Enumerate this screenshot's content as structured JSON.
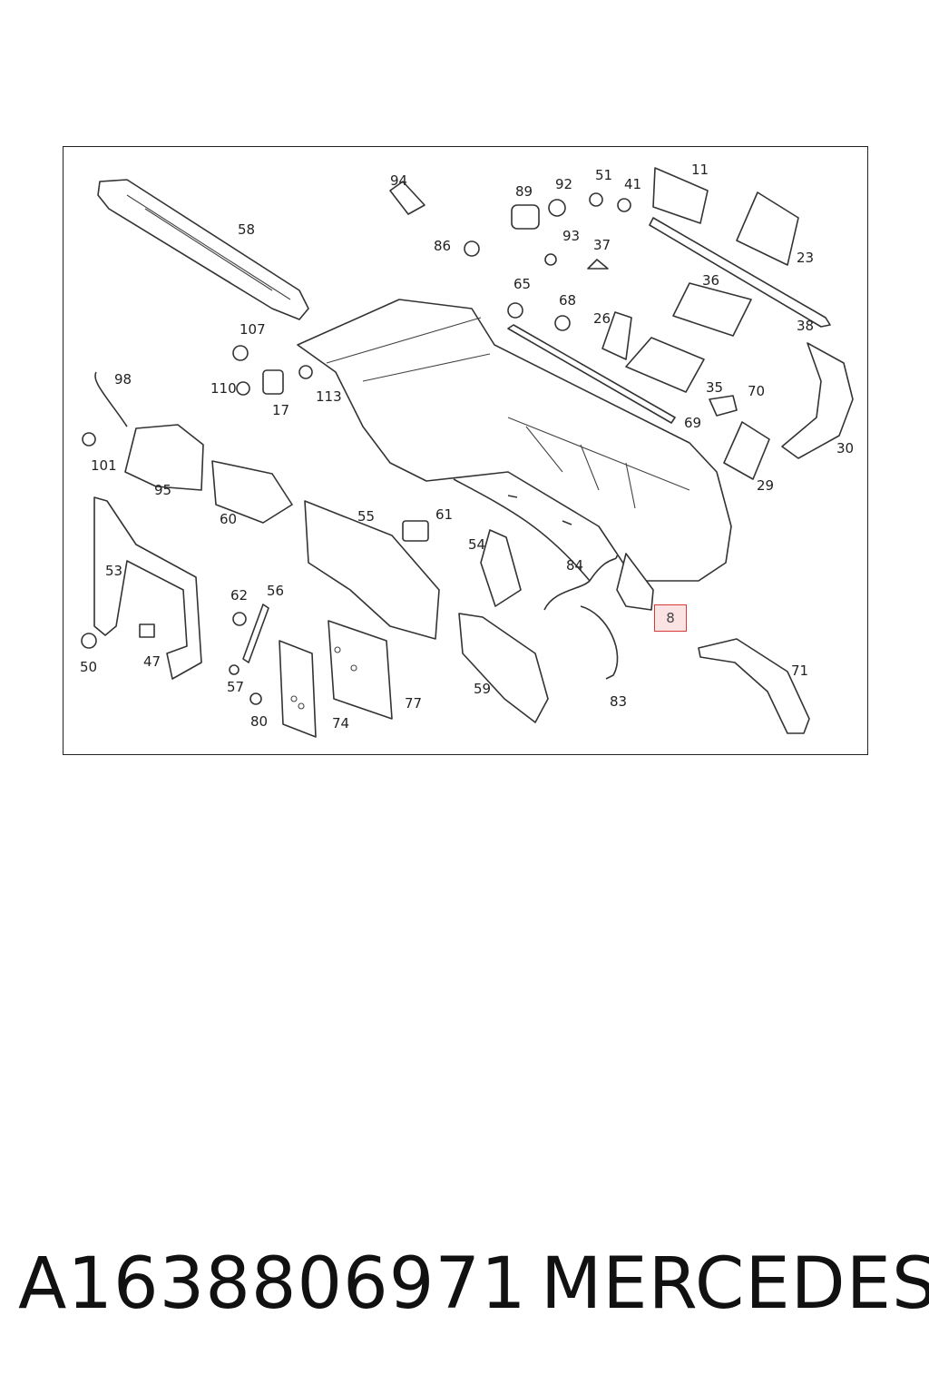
{
  "diagram": {
    "callouts": [
      "94",
      "89",
      "92",
      "51",
      "41",
      "11",
      "86",
      "93",
      "37",
      "23",
      "58",
      "65",
      "68",
      "36",
      "26",
      "38",
      "107",
      "98",
      "110",
      "17",
      "113",
      "35",
      "70",
      "69",
      "30",
      "101",
      "95",
      "29",
      "60",
      "55",
      "61",
      "54",
      "84",
      "53",
      "62",
      "56",
      "8",
      "71",
      "50",
      "47",
      "57",
      "80",
      "74",
      "77",
      "59",
      "83"
    ],
    "highlight": {
      "label": "8",
      "border_color": "#d93838",
      "fill_color": "#fbe3e3"
    }
  },
  "caption": {
    "part_number": "A1638806971",
    "brand": "MERCEDES"
  }
}
